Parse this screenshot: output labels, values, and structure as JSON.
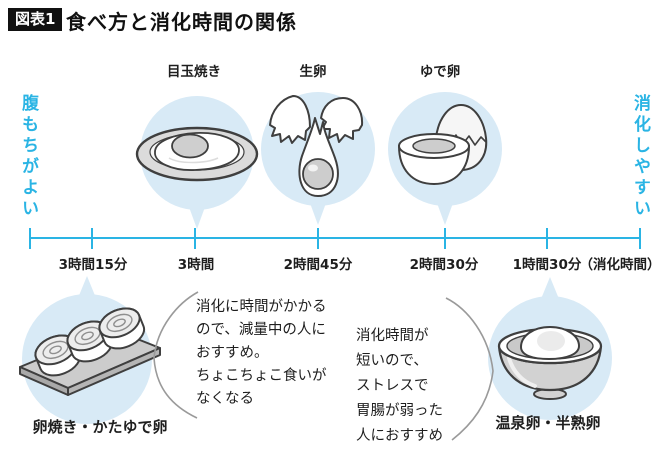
{
  "header": {
    "badge": "図表1",
    "title": "食べ方と消化時間の関係"
  },
  "axis": {
    "left_label": "腹もちがよい",
    "right_label": "消化しやすい",
    "unit_label": "（消化時間）",
    "tick_labels": [
      "3時間15分",
      "3時間",
      "2時間45分",
      "2時間30分",
      "1時間30分"
    ]
  },
  "items": {
    "fried_egg": {
      "label": "目玉焼き",
      "time": "3時間",
      "icon": "fried-egg-on-plate"
    },
    "raw_egg": {
      "label": "生卵",
      "time": "2時間45分",
      "icon": "cracked-raw-egg"
    },
    "boiled_egg": {
      "label": "ゆで卵",
      "time": "2時間30分",
      "icon": "boiled-egg-halved"
    },
    "tamagoyaki": {
      "label": "卵焼き・かたゆで卵",
      "time": "3時間15分",
      "icon": "tamagoyaki-on-plate"
    },
    "onsen_egg": {
      "label": "温泉卵・半熟卵",
      "time": "1時間30分",
      "icon": "onsen-egg-in-bowl"
    }
  },
  "notes": {
    "left": {
      "lines": [
        "消化に時間がかかる",
        "ので、減量中の人に",
        "おすすめ。",
        "ちょこちょこ食いが",
        "なくなる"
      ]
    },
    "right": {
      "lines": [
        "消化時間が",
        "短いので、",
        "ストレスで",
        "胃腸が弱った",
        "人におすすめ"
      ]
    }
  },
  "colors": {
    "accent_blue": "#2ab4e4",
    "bubble_blue": "#d8eaf6",
    "outline_gray": "#3f3f3f",
    "badge_black": "#111111"
  }
}
